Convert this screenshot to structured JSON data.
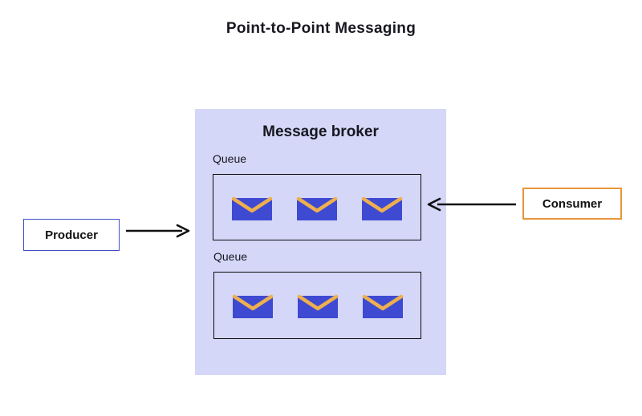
{
  "title": "Point-to-Point Messaging",
  "broker": {
    "title": "Message broker",
    "queues": [
      {
        "label": "Queue",
        "message_count": 3
      },
      {
        "label": "Queue",
        "message_count": 3
      }
    ]
  },
  "producer": {
    "label": "Producer"
  },
  "consumer": {
    "label": "Consumer"
  },
  "icons": {
    "message": "envelope-icon"
  },
  "colors": {
    "broker_bg": "#d5d7f8",
    "envelope_blue": "#3e4ad2",
    "envelope_flap": "#eeb04e",
    "producer_border": "#3f4dc9",
    "consumer_border": "#e8953c",
    "queue_border": "#0a0a0a",
    "arrow": "#111111"
  }
}
